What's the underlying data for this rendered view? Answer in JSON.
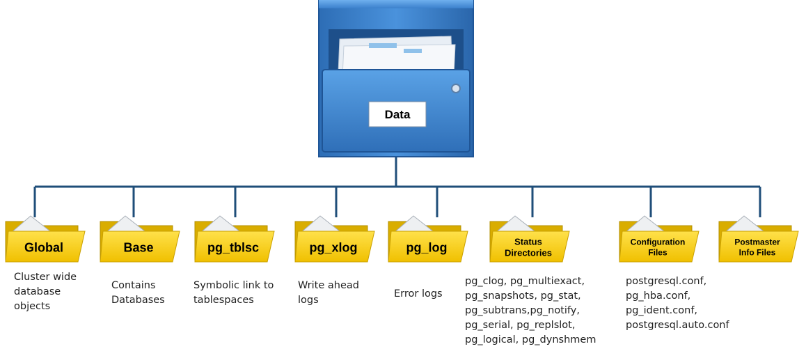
{
  "cabinet": {
    "label": "Data",
    "icon": "file-cabinet-icon"
  },
  "colors": {
    "line": "#1f4e79",
    "folder": "#f2c814",
    "folder_dark": "#c9a000",
    "cabinet": "#3a7fc8"
  },
  "folders": [
    {
      "id": "global",
      "label": [
        "Global"
      ],
      "desc": [
        "Cluster wide",
        "database",
        "objects"
      ]
    },
    {
      "id": "base",
      "label": [
        "Base"
      ],
      "desc": [
        "Contains",
        "Databases"
      ]
    },
    {
      "id": "pg-tblsc",
      "label": [
        "pg_tblsc"
      ],
      "desc": [
        "Symbolic link to",
        "tablespaces"
      ]
    },
    {
      "id": "pg-xlog",
      "label": [
        "pg_xlog"
      ],
      "desc": [
        "Write ahead",
        "logs"
      ]
    },
    {
      "id": "pg-log",
      "label": [
        "pg_log"
      ],
      "desc": [
        "Error logs"
      ]
    },
    {
      "id": "status-directories",
      "label": [
        "Status",
        "Directories"
      ],
      "desc": [
        "pg_clog, pg_multiexact,",
        "pg_snapshots, pg_stat,",
        "pg_subtrans,pg_notify,",
        "pg_serial, pg_replslot,",
        "pg_logical, pg_dynshmem"
      ]
    },
    {
      "id": "configuration-files",
      "label": [
        "Configuration",
        "Files"
      ],
      "desc": [
        "postgresql.conf,",
        "pg_hba.conf,",
        "pg_ident.conf,",
        "postgresql.auto.conf"
      ]
    },
    {
      "id": "postmaster-info-files",
      "label": [
        "Postmaster",
        "Info Files"
      ],
      "desc": []
    }
  ]
}
